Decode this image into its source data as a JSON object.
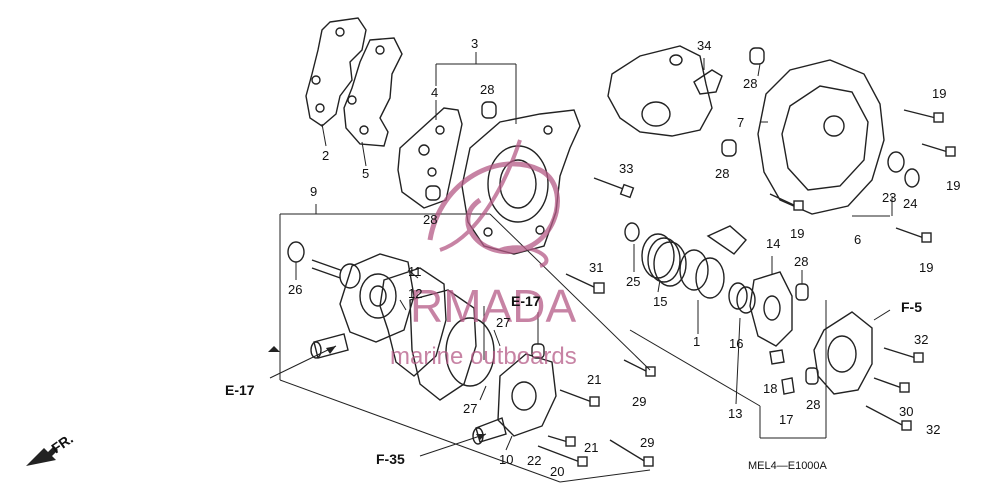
{
  "diagram": {
    "code": "MEL4—E1000A",
    "watermark": {
      "brand": "RMADA",
      "tagline": "marine outboards",
      "color": "#b55a86"
    },
    "refs": {
      "e17_left": "E-17",
      "e17_center": "E-17",
      "f35": "F-35",
      "f5": "F-5",
      "fr": "FR."
    },
    "callouts": {
      "c1": "1",
      "c2": "2",
      "c3": "3",
      "c4": "4",
      "c5": "5",
      "c6": "6",
      "c7": "7",
      "c9": "9",
      "c10": "10",
      "c11": "11",
      "c12": "12",
      "c13": "13",
      "c14": "14",
      "c15": "15",
      "c16": "16",
      "c17": "17",
      "c18": "18",
      "c19a": "19",
      "c19b": "19",
      "c19c": "19",
      "c19d": "19",
      "c20": "20",
      "c21a": "21",
      "c21b": "21",
      "c22": "22",
      "c23": "23",
      "c24": "24",
      "c25": "25",
      "c26": "26",
      "c27a": "27",
      "c27b": "27",
      "c28a": "28",
      "c28b": "28",
      "c28c": "28",
      "c28d": "28",
      "c28e": "28",
      "c28f": "28",
      "c29a": "29",
      "c29b": "29",
      "c30": "30",
      "c31": "31",
      "c32a": "32",
      "c32b": "32",
      "c33": "33",
      "c34": "34"
    }
  }
}
